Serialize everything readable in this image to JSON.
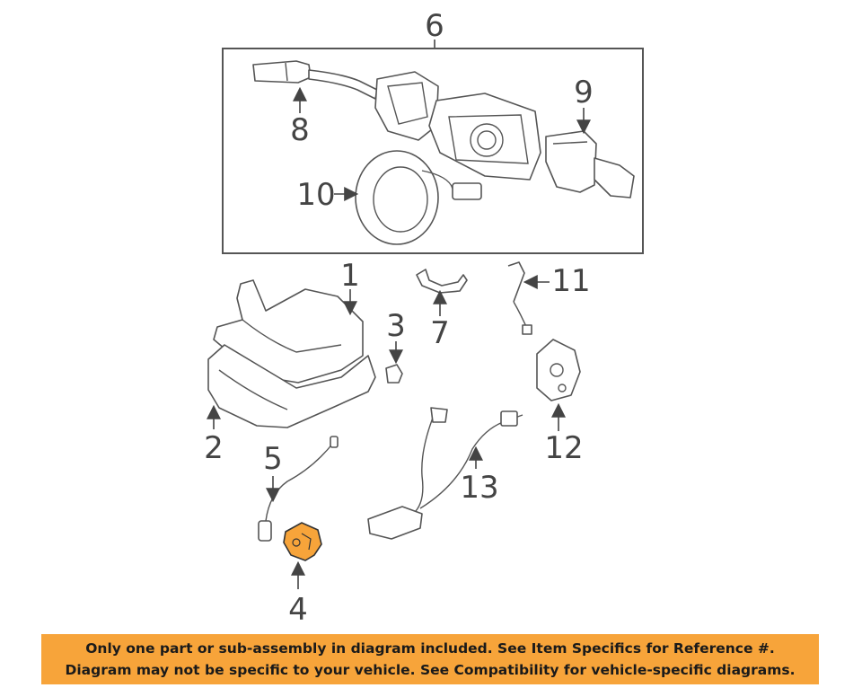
{
  "diagram": {
    "callouts": {
      "c1": "1",
      "c2": "2",
      "c3": "3",
      "c4": "4",
      "c5": "5",
      "c6": "6",
      "c7": "7",
      "c8": "8",
      "c9": "9",
      "c10": "10",
      "c11": "11",
      "c12": "12",
      "c13": "13"
    },
    "highlight_color": "#f7a43a",
    "highlighted_part": "4"
  },
  "footer": {
    "line1": "Only one part or sub-assembly in diagram included. See Item Specifics for Reference #.",
    "line2": "Diagram may not be specific to your vehicle. See Compatibility for vehicle-specific diagrams.",
    "background": "#f7a43a"
  }
}
